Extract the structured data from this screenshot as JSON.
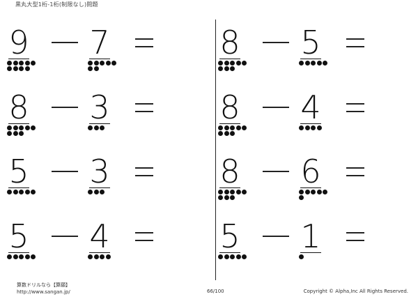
{
  "header": {
    "title": "黒丸大型1桁-1桁(制限なし)問題"
  },
  "problems": [
    {
      "a": "9",
      "b": "7",
      "a_dots": 9,
      "b_dots": 7
    },
    {
      "a": "8",
      "b": "3",
      "a_dots": 8,
      "b_dots": 3
    },
    {
      "a": "5",
      "b": "3",
      "a_dots": 5,
      "b_dots": 3
    },
    {
      "a": "5",
      "b": "4",
      "a_dots": 5,
      "b_dots": 4
    },
    {
      "a": "8",
      "b": "5",
      "a_dots": 8,
      "b_dots": 5
    },
    {
      "a": "8",
      "b": "4",
      "a_dots": 8,
      "b_dots": 4
    },
    {
      "a": "8",
      "b": "6",
      "a_dots": 8,
      "b_dots": 6
    },
    {
      "a": "5",
      "b": "1",
      "a_dots": 5,
      "b_dots": 1
    }
  ],
  "footer": {
    "brand": "算数ドリルなら【算願】",
    "url": "http://www.sangan.jp/",
    "page": "66/100",
    "copyright": "Copyright © Alpha,Inc All Rights Reserved."
  },
  "colors": {
    "ink": "#111111",
    "background": "#ffffff"
  }
}
